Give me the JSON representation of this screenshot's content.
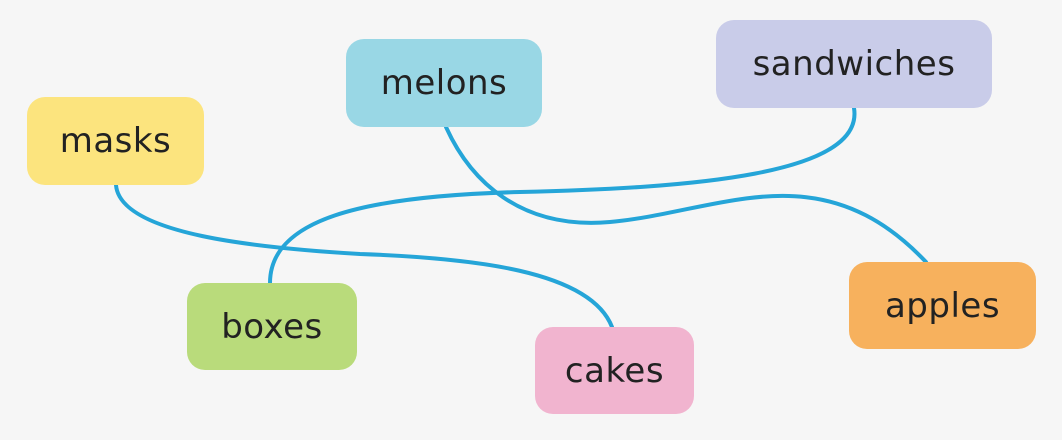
{
  "colors": {
    "line": "#25a5d8",
    "masks": "#fce47e",
    "melons": "#99d7e5",
    "sandwiches": "#c9cce9",
    "boxes": "#b9db7b",
    "cakes": "#f1b4cf",
    "apples": "#f7b15d"
  },
  "words": {
    "masks": "masks",
    "melons": "melons",
    "sandwiches": "sandwiches",
    "boxes": "boxes",
    "cakes": "cakes",
    "apples": "apples"
  },
  "connections": [
    {
      "from": "masks",
      "to": "cakes"
    },
    {
      "from": "melons",
      "to": "apples"
    },
    {
      "from": "sandwiches",
      "to": "boxes"
    }
  ]
}
